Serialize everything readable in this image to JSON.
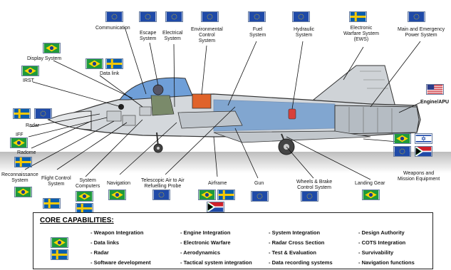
{
  "labels": {
    "communication": "Communication",
    "escape_l1": "Escape",
    "escape_l2": "System",
    "electrical_l1": "Electrical",
    "electrical_l2": "System",
    "envctrl_l1": "Environmental",
    "envctrl_l2": "Control",
    "envctrl_l3": "System",
    "fuel_l1": "Fuel",
    "fuel_l2": "System",
    "hydraulic_l1": "Hydraulic",
    "hydraulic_l2": "System",
    "ews_l1": "Electronic",
    "ews_l2": "Warfare System",
    "ews_l3": "(EWS)",
    "power_l1": "Main and Emergency",
    "power_l2": "Power System",
    "display": "Display System",
    "datalink": "Data link",
    "irst": "IRST",
    "radar": "Radar",
    "iff": "IFF",
    "radome": "Radome",
    "engine": "Engine/APU",
    "recon_l1": "Reconnaissance",
    "recon_l2": "System",
    "fcs_l1": "Flight Control",
    "fcs_l2": "System",
    "syscomp_l1": "System",
    "syscomp_l2": "Computers",
    "navigation": "Navigation",
    "probe_l1": "Telescopic Air to Air",
    "probe_l2": "Refuelling Probe",
    "airframe": "Airframe",
    "gun": "Gun",
    "wheels_l1": "Wheels & Brake",
    "wheels_l2": "Control System",
    "landing": "Landing Gear",
    "weapons_l1": "Weapons and",
    "weapons_l2": "Mission Equipment"
  },
  "capabilities": {
    "title": "CORE CAPABILITIES:",
    "col1": [
      "- Weapon Integration",
      "- Data links",
      "- Radar",
      "- Software development"
    ],
    "col2": [
      "- Engine Integration",
      "- Electronic Warfare",
      "- Aerodynamics",
      "- Tactical system integration"
    ],
    "col3": [
      "- System Integration",
      "- Radar Cross Section",
      "- Test & Evaluation",
      "- Data recording systems"
    ],
    "col4": [
      "- Design Authority",
      "- COTS Integration",
      "- Survivability",
      "- Navigation functions"
    ]
  },
  "colors": {
    "eu_blue": "#1f4aa8",
    "eu_star": "#ffd200",
    "br_green": "#1f9a3c",
    "br_yellow": "#ffd700",
    "br_blue": "#1c3d8f",
    "se_blue": "#0b5fae",
    "se_yellow": "#f6c800",
    "aircraft_gray": "#d4d8dc",
    "cockpit_blue": "#6f9fd8",
    "fuel_blue": "#3f7ec8",
    "env_orange": "#e0632a",
    "ground_gray": "#c7c7c7"
  },
  "icons": [
    "flag-eu-icon",
    "flag-brazil-icon",
    "flag-sweden-icon",
    "flag-usa-icon",
    "flag-israel-icon",
    "flag-south-africa-icon"
  ]
}
